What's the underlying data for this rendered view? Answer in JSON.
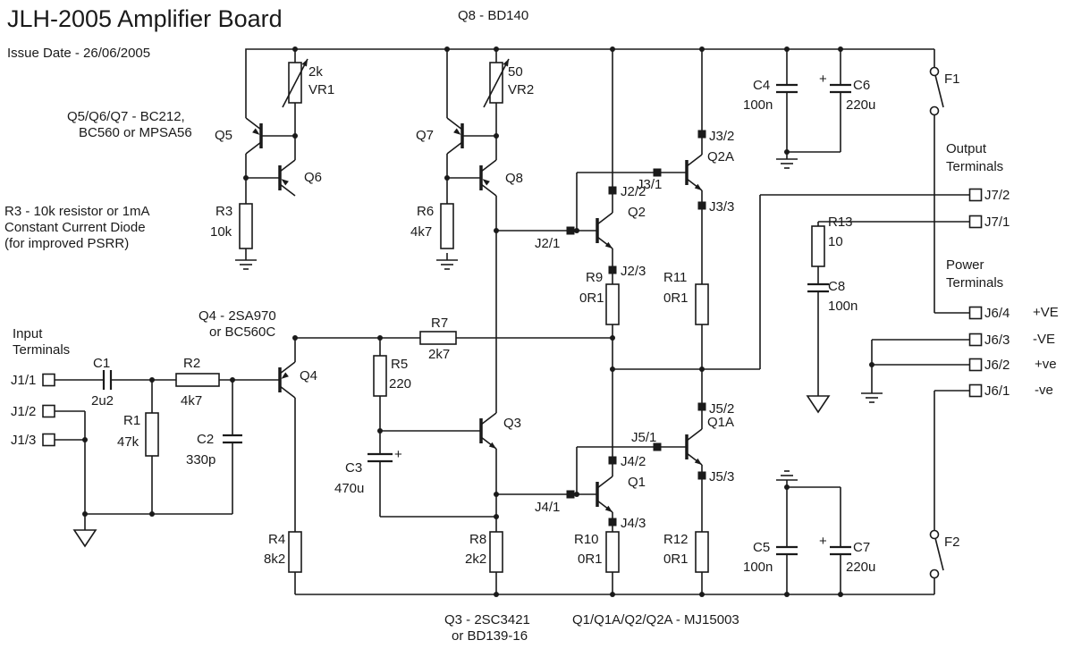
{
  "title": "JLH-2005 Amplifier Board",
  "issue_date": "Issue Date - 26/06/2005",
  "colors": {
    "background": "#ffffff",
    "ink": "#1a1a1a"
  },
  "notes": {
    "q8_type": "Q8 - BD140",
    "q567_1": "Q5/Q6/Q7 - BC212,",
    "q567_2": "BC560 or MPSA56",
    "r3_1": "R3 - 10k resistor or 1mA",
    "r3_2": "Constant Current Diode",
    "r3_3": "(for improved PSRR)",
    "q4_1": "Q4 - 2SA970",
    "q4_2": "or BC560C",
    "q3_1": "Q3 - 2SC3421",
    "q3_2": "or BD139-16",
    "q_out": "Q1/Q1A/Q2/Q2A - MJ15003",
    "input_1": "Input",
    "input_2": "Terminals",
    "output_1": "Output",
    "output_2": "Terminals",
    "power_1": "Power",
    "power_2": "Terminals"
  },
  "components": {
    "vr1": {
      "ref": "VR1",
      "value": "2k"
    },
    "vr2": {
      "ref": "VR2",
      "value": "50"
    },
    "r1": {
      "ref": "R1",
      "value": "47k"
    },
    "r2": {
      "ref": "R2",
      "value": "4k7"
    },
    "r3": {
      "ref": "R3",
      "value": "10k"
    },
    "r4": {
      "ref": "R4",
      "value": "8k2"
    },
    "r5": {
      "ref": "R5",
      "value": "220"
    },
    "r6": {
      "ref": "R6",
      "value": "4k7"
    },
    "r7": {
      "ref": "R7",
      "value": "2k7"
    },
    "r8": {
      "ref": "R8",
      "value": "2k2"
    },
    "r9": {
      "ref": "R9",
      "value": "0R1"
    },
    "r10": {
      "ref": "R10",
      "value": "0R1"
    },
    "r11": {
      "ref": "R11",
      "value": "0R1"
    },
    "r12": {
      "ref": "R12",
      "value": "0R1"
    },
    "r13": {
      "ref": "R13",
      "value": "10"
    },
    "c1": {
      "ref": "C1",
      "value": "2u2"
    },
    "c2": {
      "ref": "C2",
      "value": "330p"
    },
    "c3": {
      "ref": "C3",
      "value": "470u",
      "polarity": "+"
    },
    "c4": {
      "ref": "C4",
      "value": "100n"
    },
    "c5": {
      "ref": "C5",
      "value": "100n"
    },
    "c6": {
      "ref": "C6",
      "value": "220u",
      "polarity": "+"
    },
    "c7": {
      "ref": "C7",
      "value": "220u",
      "polarity": "+"
    },
    "c8": {
      "ref": "C8",
      "value": "100n"
    },
    "q1": {
      "ref": "Q1"
    },
    "q1a": {
      "ref": "Q1A"
    },
    "q2": {
      "ref": "Q2"
    },
    "q2a": {
      "ref": "Q2A"
    },
    "q3": {
      "ref": "Q3"
    },
    "q4": {
      "ref": "Q4"
    },
    "q5": {
      "ref": "Q5"
    },
    "q6": {
      "ref": "Q6"
    },
    "q7": {
      "ref": "Q7"
    },
    "q8": {
      "ref": "Q8"
    },
    "f1": {
      "ref": "F1"
    },
    "f2": {
      "ref": "F2"
    }
  },
  "terminals": {
    "j1_1": "J1/1",
    "j1_2": "J1/2",
    "j1_3": "J1/3",
    "j2_1": "J2/1",
    "j2_2": "J2/2",
    "j2_3": "J2/3",
    "j3_1": "J3/1",
    "j3_2": "J3/2",
    "j3_3": "J3/3",
    "j4_1": "J4/1",
    "j4_2": "J4/2",
    "j4_3": "J4/3",
    "j5_1": "J5/1",
    "j5_2": "J5/2",
    "j5_3": "J5/3",
    "j6_1": "J6/1",
    "j6_2": "J6/2",
    "j6_3": "J6/3",
    "j6_4": "J6/4",
    "j7_1": "J7/1",
    "j7_2": "J7/2",
    "plus_VE": "+VE",
    "minus_VE": "-VE",
    "plus_ve": "+ve",
    "minus_ve": "-ve"
  }
}
